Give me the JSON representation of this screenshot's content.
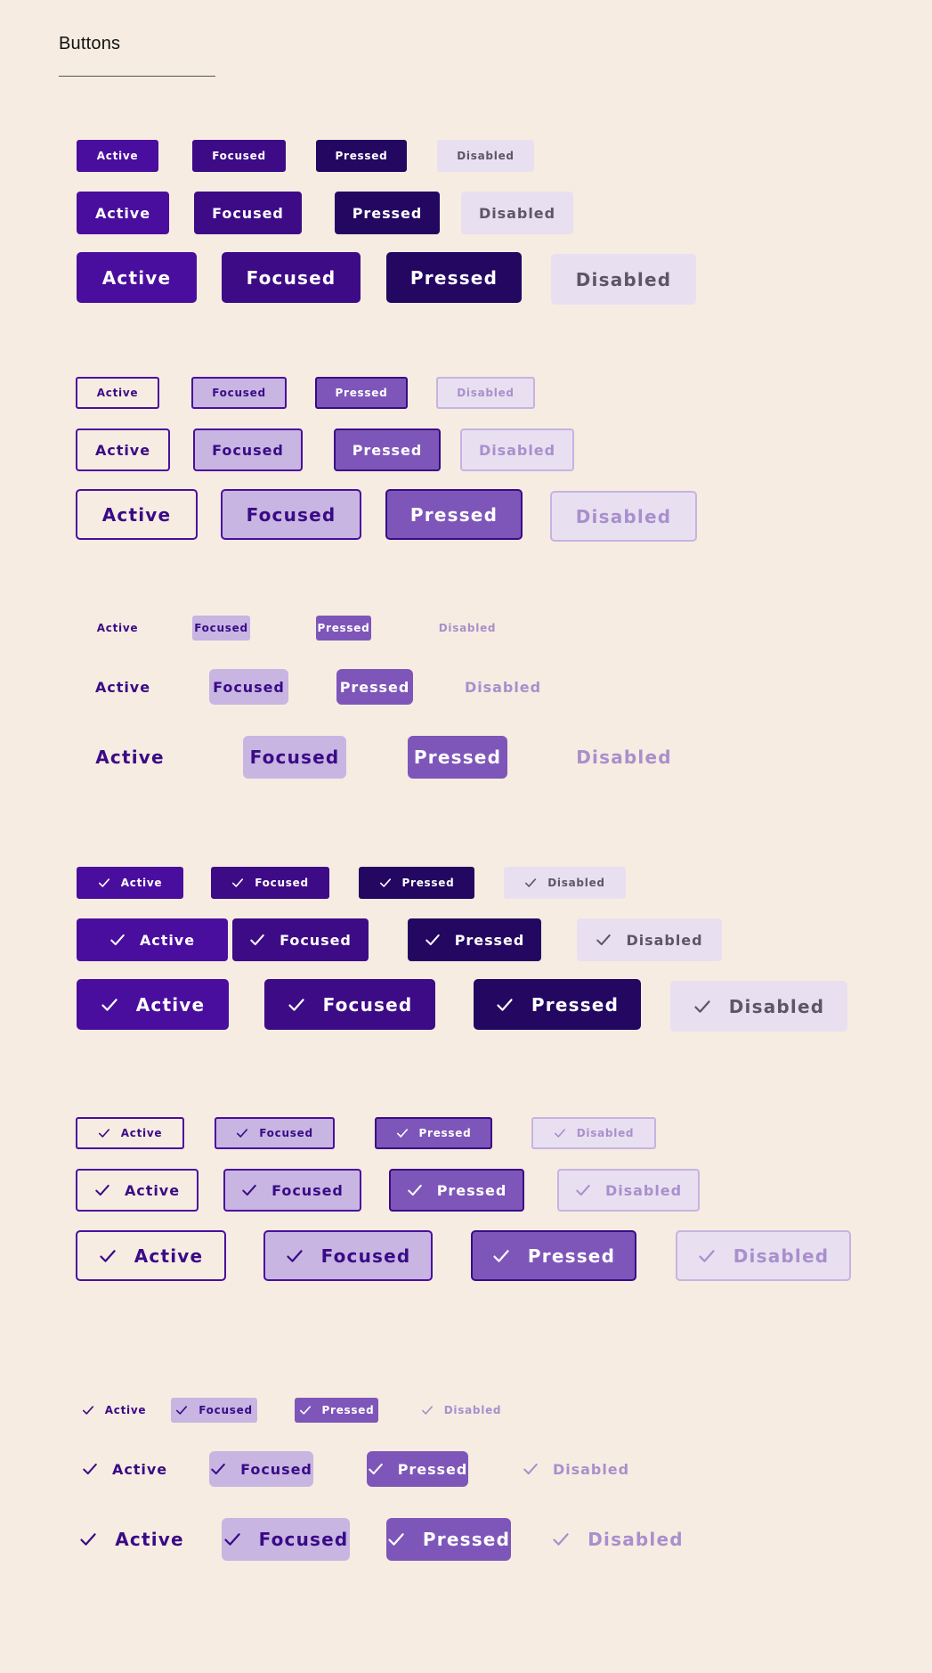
{
  "page": {
    "title": "Buttons"
  },
  "icons": {
    "check": "check-icon"
  },
  "colors": {
    "background": "#f7ece1",
    "primary": "#4a0e9e",
    "primary_focused": "#3d0b86",
    "primary_pressed": "#230761",
    "disabled_fill": "#e8e0f0",
    "outline_focused_fill": "#c8b5e2",
    "outline_pressed_fill": "#7e56b9",
    "disabled_text": "#a98fcd"
  },
  "labels": {
    "active": "Active",
    "focused": "Focused",
    "pressed": "Pressed",
    "disabled": "Disabled"
  }
}
